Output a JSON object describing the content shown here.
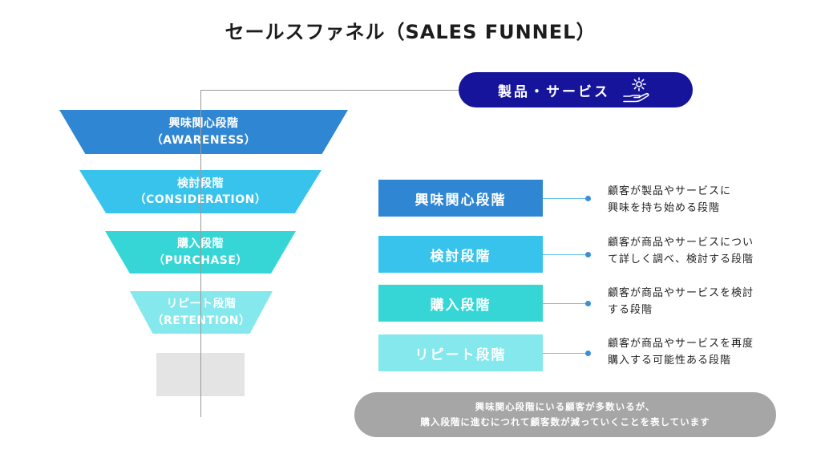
{
  "title": "セールスファネル（SALES FUNNEL）",
  "product": {
    "label": "製品・サービス",
    "icon": "hand-gear-icon"
  },
  "funnel": [
    {
      "name": "興味関心段階",
      "sub": "（AWARENESS）",
      "color": "#2f86d2"
    },
    {
      "name": "検討段階",
      "sub": "（CONSIDERATION）",
      "color": "#37c3ec"
    },
    {
      "name": "購入段階",
      "sub": "（PURCHASE）",
      "color": "#36d6d6"
    },
    {
      "name": "リピート段階",
      "sub": "（RETENTION）",
      "color": "#85e8ec"
    }
  ],
  "stages": [
    {
      "label": "興味関心段階",
      "desc": [
        "顧客が製品やサービスに",
        "興味を持ち始める段階"
      ]
    },
    {
      "label": "検討段階",
      "desc": [
        "顧客が商品やサービスについ",
        "て詳しく調べ、検討する段階"
      ]
    },
    {
      "label": "購入段階",
      "desc": [
        "顧客が商品やサービスを検討",
        "する段階"
      ]
    },
    {
      "label": "リピート段階",
      "desc": [
        "顧客が商品やサービスを再度",
        "購入する可能性ある段階"
      ]
    }
  ],
  "note": [
    "興味関心段階にいる顧客が多数いるが、",
    "購入段階に進むにつれて顧客数が減っていくことを表しています"
  ]
}
